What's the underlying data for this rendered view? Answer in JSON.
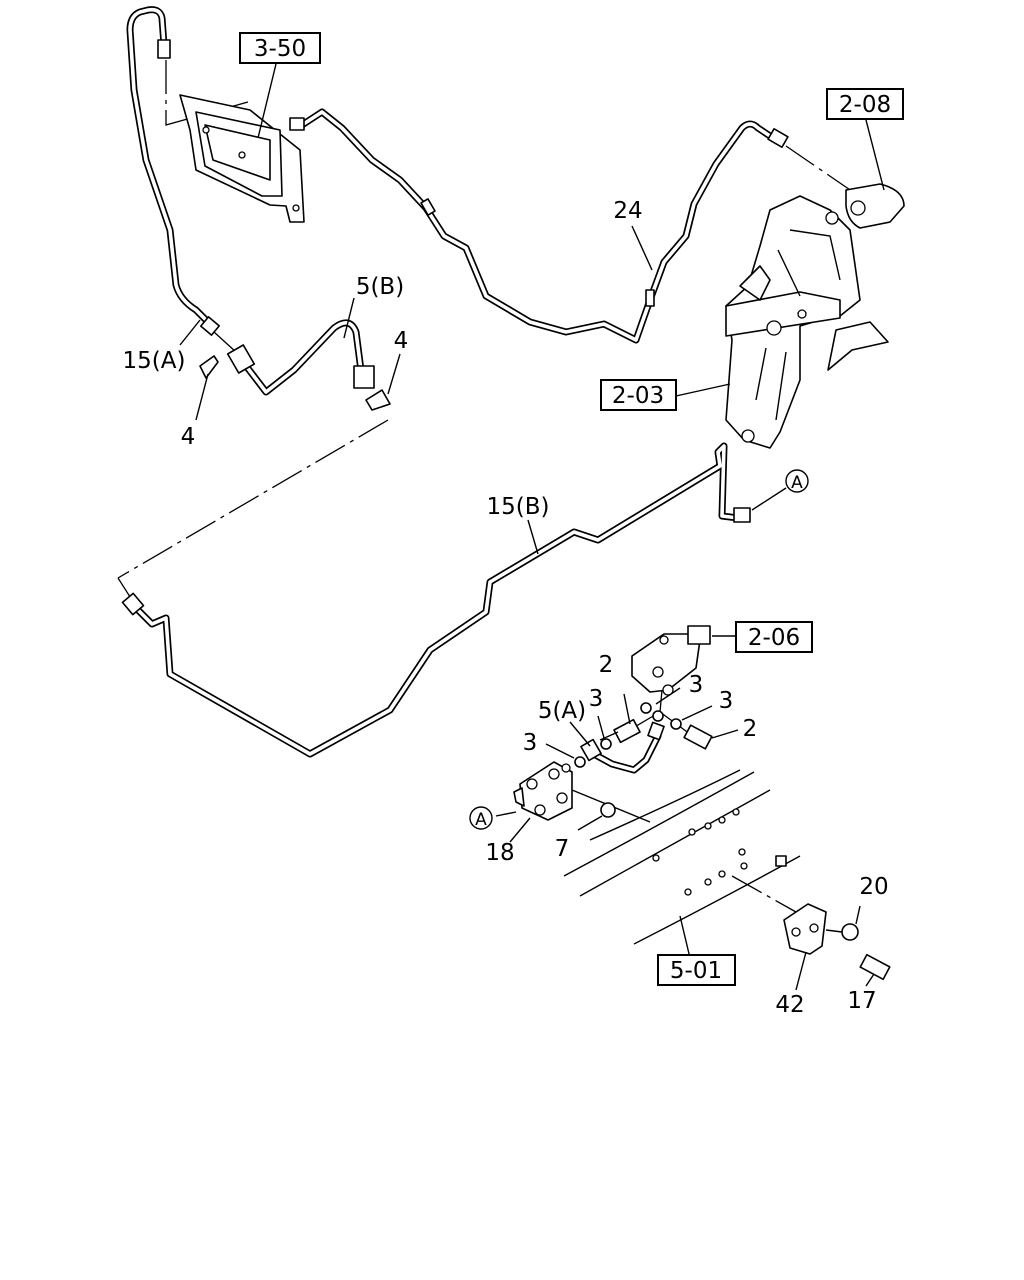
{
  "ref_boxes": {
    "r350": "3-50",
    "r208": "2-08",
    "r203": "2-03",
    "r206": "2-06",
    "r501": "5-01"
  },
  "callouts": {
    "c24": "24",
    "c5b": "5(B)",
    "c4a": "4",
    "c4b": "4",
    "c15a": "15(A)",
    "c15b": "15(B)",
    "c2a": "2",
    "c2b": "2",
    "c3a": "3",
    "c3b": "3",
    "c3c": "3",
    "c3d": "3",
    "c5a": "5(A)",
    "c18": "18",
    "c7": "7",
    "c20": "20",
    "c42": "42",
    "c17": "17"
  },
  "markers": {
    "ma": "A",
    "mb": "A"
  }
}
